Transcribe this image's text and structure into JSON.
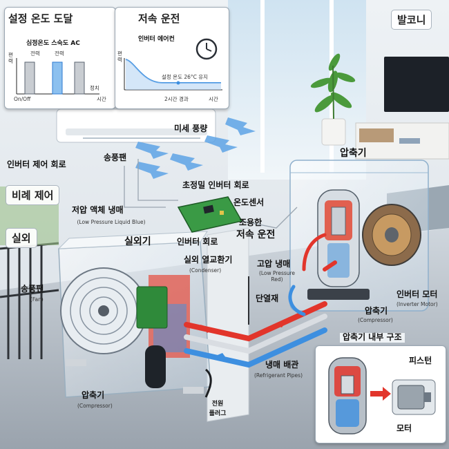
{
  "panels": {
    "setpoint": {
      "title": "설정 온도 도달",
      "chart_title": "심정온도 스숙도 AC",
      "y_axis": "편력",
      "bar_label_a": "전력",
      "bar_label_b": "전력",
      "x_left": "On/Off",
      "x_right_top": "정치",
      "x_right": "시간"
    },
    "lowspeed": {
      "title": "저속 운전",
      "chart_title": "인버터 에어컨",
      "y_axis": "편력",
      "annotation": "설정 온도 26°C 유지",
      "x_mid": "2시간 경과",
      "x_right": "시간"
    },
    "inner": {
      "title": "압축기 내부 구조",
      "piston": "피스턴",
      "motor": "모터"
    }
  },
  "tags": {
    "balcony": "발코니",
    "proportional": "비례 제어",
    "outdoor": "실외"
  },
  "labels": {
    "fine_airflow": "미세 풍량",
    "inverter_control_circuit": "인버터 제어 회로",
    "blower_fan": "송풍팬",
    "precision_circuit": "초정밀 인버터 회로",
    "temp_sensor": "온도센서",
    "quiet": "조용한",
    "low_speed_run": "저속 운전",
    "inverter_circuit": "인버터 회로",
    "low_pressure": "저압 액체 냉매",
    "low_pressure_en": "(Low Pressure Liquid Blue)",
    "outdoor_unit": "실외기",
    "condenser": "실외 열교환기",
    "condenser_en": "(Condenser)",
    "high_pressure": "고압 냉매",
    "high_pressure_en": "(Low Pressure Red)",
    "insulation": "단열재",
    "fan": "송풍팬",
    "fan_en": "(Fan)",
    "compressor_top": "압축기",
    "compressor_mid": "압축기",
    "compressor_mid_en": "(Compressor)",
    "inverter_motor": "인버터 모터",
    "inverter_motor_en": "(Inverter Motor)",
    "pipes": "냉매 배관",
    "pipes_en": "(Refrigerant Pipes)",
    "compressor_bottom": "압축기",
    "compressor_bottom_en": "(Compressor)",
    "power_plug_1": "전원",
    "power_plug_2": "플러그"
  },
  "colors": {
    "hot": "#e2352b",
    "cold": "#3d8fe0",
    "pcb": "#2f8a3a"
  }
}
